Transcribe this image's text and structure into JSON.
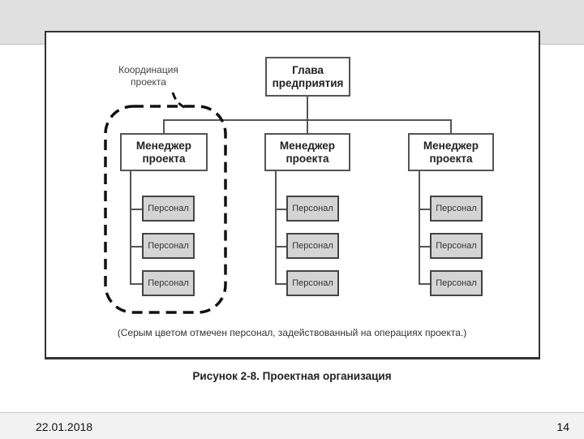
{
  "diagram": {
    "head": "Глава\nпредприятия",
    "managers": [
      "Менеджер\nпроекта",
      "Менеджер\nпроекта",
      "Менеджер\nпроекта"
    ],
    "staff_label": "Персонал",
    "coordination_label": "Координация\nпроекта",
    "note": "(Серым цветом отмечен персонал, задействованный на операциях проекта.)",
    "caption": "Рисунок 2-8. Проектная организация"
  },
  "footer": {
    "date": "22.01.2018",
    "page": "14"
  }
}
